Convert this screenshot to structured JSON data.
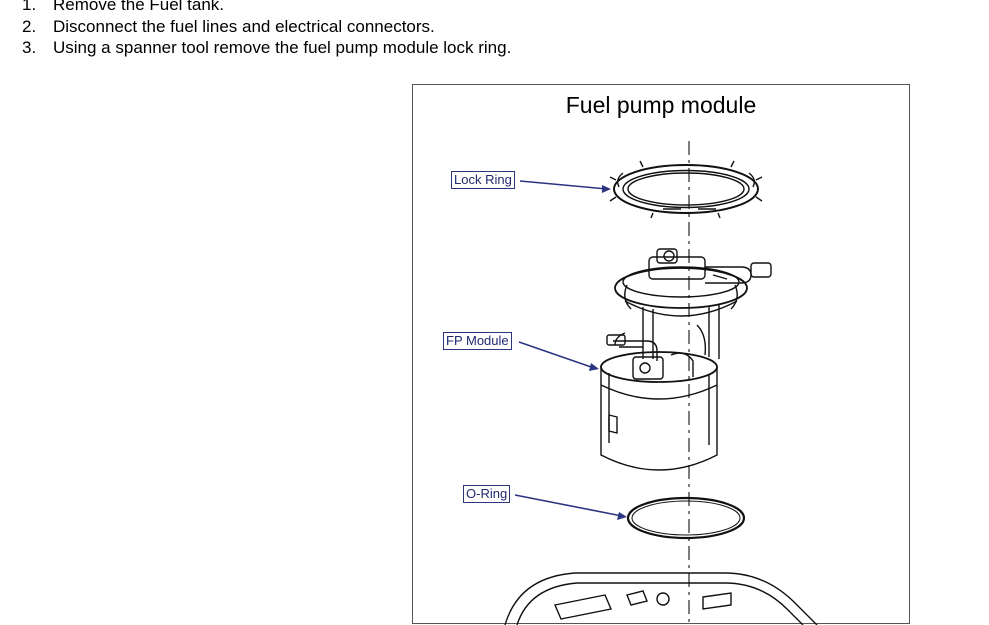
{
  "steps": [
    {
      "number": "1.",
      "text": "Remove the Fuel tank."
    },
    {
      "number": "2.",
      "text": "Disconnect the fuel lines and electrical connectors."
    },
    {
      "number": "3.",
      "text": "Using a spanner tool remove the fuel pump module lock ring."
    }
  ],
  "figure": {
    "title": "Fuel pump module",
    "callouts": {
      "lock_ring": "Lock Ring",
      "fp_module": "FP Module",
      "o_ring": "O-Ring"
    },
    "leader_color": "#2b3580"
  }
}
